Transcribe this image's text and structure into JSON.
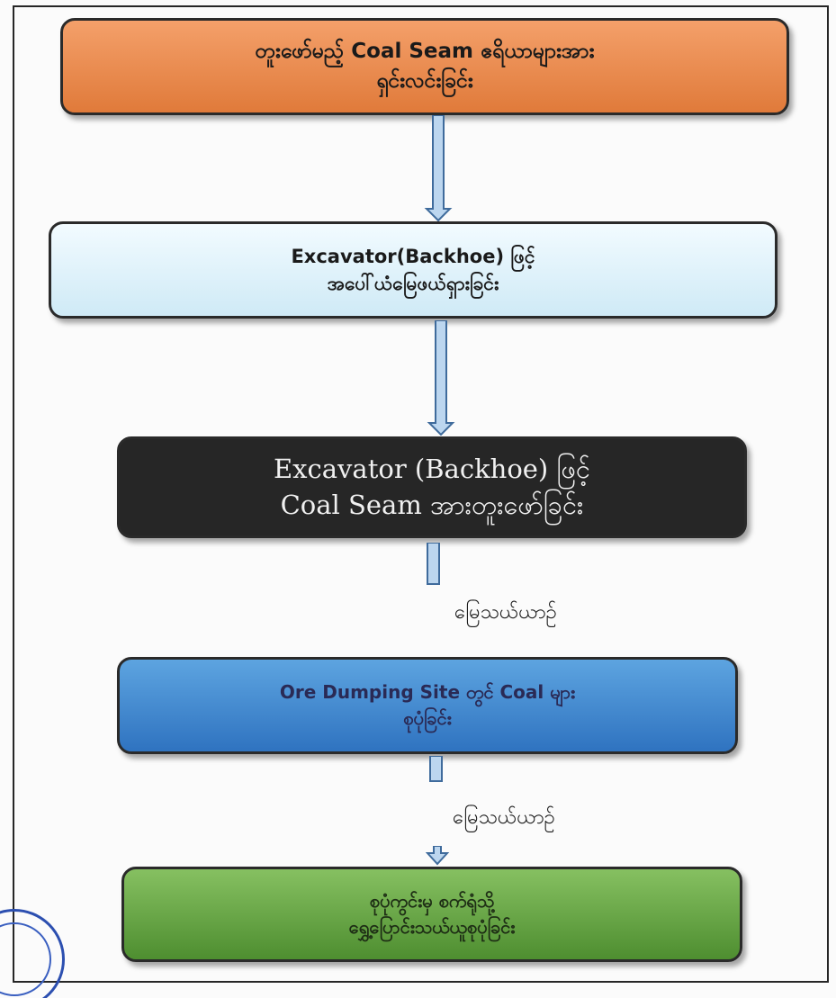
{
  "steps": [
    {
      "line1": "တူးဖော်မည့် Coal Seam ဧရိယာများအား",
      "line2": "ရှင်းလင်းခြင်း"
    },
    {
      "line1": "Excavator(Backhoe) ဖြင့်",
      "line2": "အပေါ်ယံမြေဖယ်ရှားခြင်း"
    },
    {
      "line1": "Excavator (Backhoe) ဖြင့်",
      "line2": "Coal Seam အားတူးဖော်ခြင်း"
    },
    {
      "line1": "Ore Dumping Site တွင် Coal များ",
      "line2": "စုပုံခြင်း"
    },
    {
      "line1": "စုပုံကွင်းမှ စက်ရုံသို့",
      "line2": "ရွှေ့ပြောင်းသယ်ယူစုပုံခြင်း"
    }
  ],
  "connectors": [
    {
      "label": ""
    },
    {
      "label": ""
    },
    {
      "label": "မြေသယ်ယာဉ်"
    },
    {
      "label": "မြေသယ်ယာဉ်"
    }
  ],
  "colors": {
    "step1": "#e8854a",
    "step2": "#e3f4fb",
    "step3": "#262626",
    "step4": "#3f87cf",
    "step5": "#62a33f",
    "arrow_fill": "#bcd6ef",
    "arrow_stroke": "#3f6b9c"
  }
}
